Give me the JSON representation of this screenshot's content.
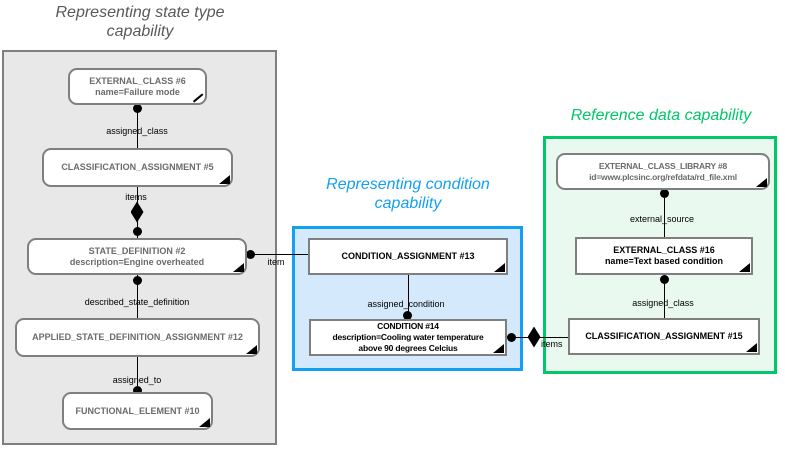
{
  "titles": {
    "state": "Representing state type capability",
    "condition": "Representing condition capability",
    "refdata": "Reference data capability"
  },
  "nodes": {
    "ec6": {
      "line1": "EXTERNAL_CLASS #6",
      "line2": "name=Failure mode"
    },
    "ca5": {
      "line1": "CLASSIFICATION_ASSIGNMENT #5"
    },
    "sd2": {
      "line1": "STATE_DEFINITION #2",
      "line2": "description=Engine overheated"
    },
    "asda12": {
      "line1": "APPLIED_STATE_DEFINITION_ASSIGNMENT #12"
    },
    "fe10": {
      "line1": "FUNCTIONAL_ELEMENT #10"
    },
    "ca13": {
      "line1": "CONDITION_ASSIGNMENT #13"
    },
    "c14": {
      "line1": "CONDITION #14",
      "line2": "description=Cooling water temperature",
      "line3": "above 90 degrees Celcius"
    },
    "ecl8": {
      "line1": "EXTERNAL_CLASS_LIBRARY #8",
      "line2": "id=www.plcsinc.org/refdata/rd_file.xml"
    },
    "ec16": {
      "line1": "EXTERNAL_CLASS #16",
      "line2": "name=Text based condition"
    },
    "ca15": {
      "line1": "CLASSIFICATION_ASSIGNMENT #15"
    }
  },
  "edge_labels": {
    "assigned_class_left": "assigned_class",
    "items_left": "items",
    "described_state_definition": "described_state_definition",
    "assigned_to": "assigned_to",
    "item": "item",
    "assigned_condition": "assigned_condition",
    "items_right": "items",
    "external_source": "external_source",
    "assigned_class_right": "assigned_class"
  },
  "colors": {
    "state_group_fill": "#e8e8e8",
    "state_title": "#595959",
    "condition_group_border": "#13a0f4",
    "condition_group_fill": "#d4e9fc",
    "condition_title": "#13a0f4",
    "refdata_group_border": "#00c868",
    "refdata_group_fill": "#e9f9ef",
    "refdata_title": "#00c868",
    "node_border": "#7f7f7f",
    "node_gray_text": "#6b6b6b"
  }
}
